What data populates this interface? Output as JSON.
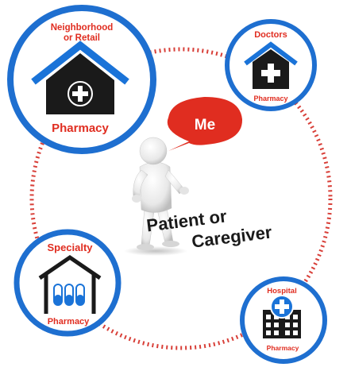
{
  "nodes": {
    "retail": {
      "line1": "Neighborhood",
      "line2": "or Retail",
      "bottom": "Pharmacy"
    },
    "doctors": {
      "top": "Doctors",
      "bottom": "Pharmacy"
    },
    "specialty": {
      "top": "Specialty",
      "bottom": "Pharmacy"
    },
    "hospital": {
      "top": "Hospital",
      "bottom": "Pharmacy"
    }
  },
  "center": {
    "bubble": "Me",
    "line1": "Patient or",
    "line2": "Caregiver"
  },
  "colors": {
    "ring_blue": "#1e6fd0",
    "roof_blue": "#1a73d8",
    "accent_red": "#e02d20",
    "dark": "#1a1a1a",
    "dotted_red": "#d42a22"
  }
}
